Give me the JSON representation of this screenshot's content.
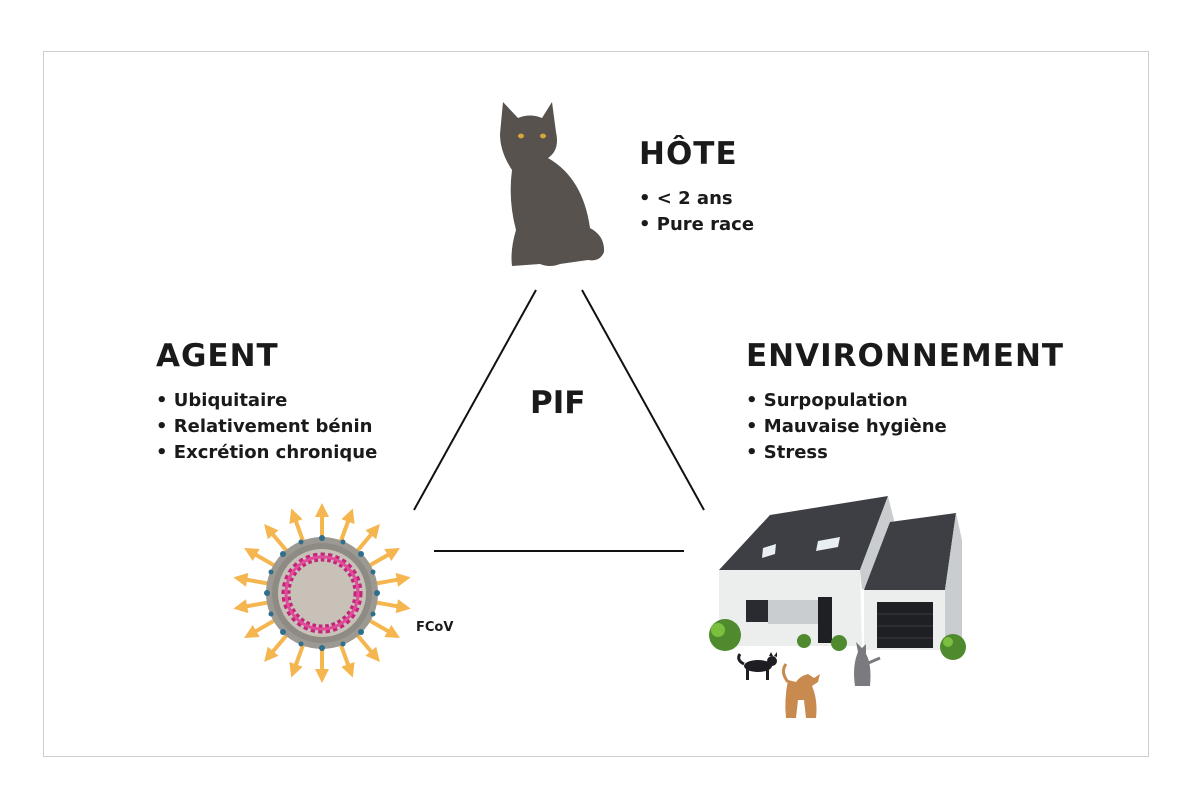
{
  "center": {
    "label": "PIF"
  },
  "host": {
    "title": "HÔTE",
    "bullets": [
      "< 2 ans",
      "Pure race"
    ],
    "icon": "cat-icon"
  },
  "agent": {
    "title": "AGENT",
    "bullets": [
      "Ubiquitaire",
      "Relativement bénin",
      "Excrétion chronique"
    ],
    "virus_label": "FCoV",
    "icon": "virus-icon"
  },
  "environment": {
    "title": "ENVIRONNEMENT",
    "bullets": [
      "Surpopulation",
      "Mauvaise hygiène",
      "Stress"
    ],
    "icon": "house-icon"
  },
  "colors": {
    "cat": "#57524e",
    "virus_spike": "#f5b54f",
    "virus_rna": "#c4247a",
    "virus_membrane": "#9c9892",
    "roof": "#3e3f45",
    "wall": "#eceeee"
  }
}
